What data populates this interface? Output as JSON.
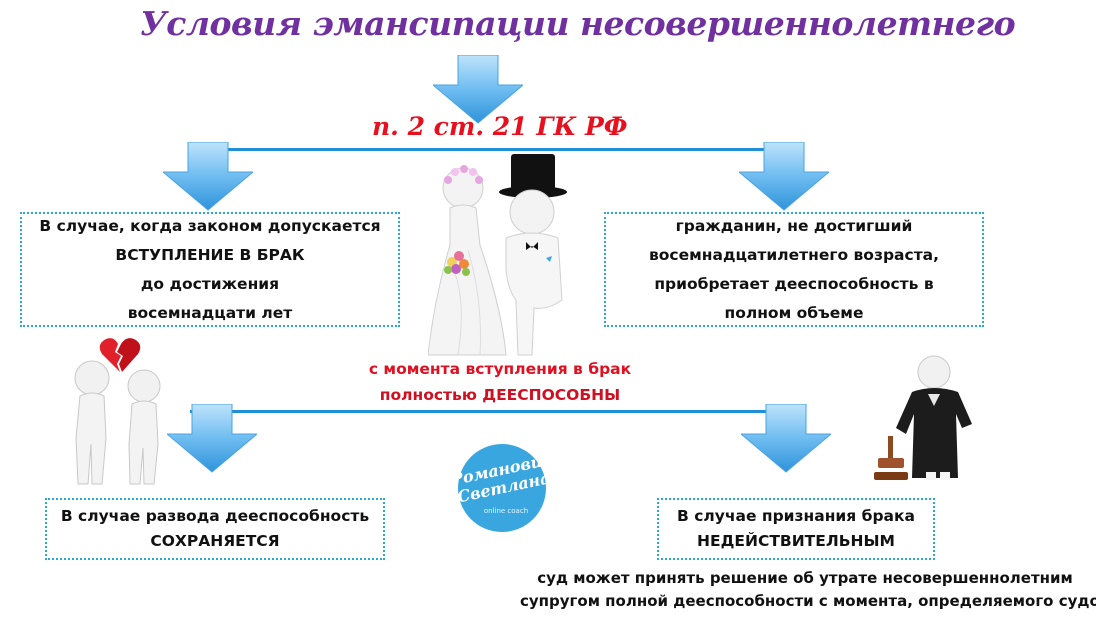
{
  "title": "Условия эмансипации несовершеннолетнего",
  "article": "п. 2 ст. 21 ГК РФ",
  "box_marriage": {
    "lines": [
      "В случае, когда законом допускается",
      "ВСТУПЛЕНИЕ В БРАК",
      "до достижения",
      "восемнадцати лет"
    ]
  },
  "box_citizen": {
    "lines": [
      "гражданин, не достигший",
      "восемнадцатилетнего возраста,",
      "приобретает дееспособность в",
      "полном объеме"
    ]
  },
  "center_note": {
    "line1": "с момента вступления в брак",
    "line2": "полностью ДЕЕСПОСОБНЫ"
  },
  "box_divorce": {
    "line1": "В случае развода дееспособность",
    "line2": "СОХРАНЯЕТСЯ"
  },
  "box_invalid": {
    "line1": "В случае признания брака",
    "line2": "НЕДЕЙСТВИТЕЛЬНЫМ"
  },
  "court_note": {
    "line1": "суд может принять решение об утрате несовершеннолетним",
    "line2": "супругом полной дееспособности с момента, определяемого судом"
  },
  "logo": {
    "line1": "Романович",
    "line2": "Светлана",
    "caption": "online coach"
  },
  "colors": {
    "title": "#7030a0",
    "article": "#e8101e",
    "arrow": "#5fb6ee",
    "line": "#1f8fd6",
    "logo": "#3aa6e0"
  },
  "icons": [
    "down-arrow-icon",
    "wedding-couple-icon",
    "broken-heart-icon",
    "divorced-couple-icon",
    "judge-icon",
    "gavel-icon"
  ]
}
